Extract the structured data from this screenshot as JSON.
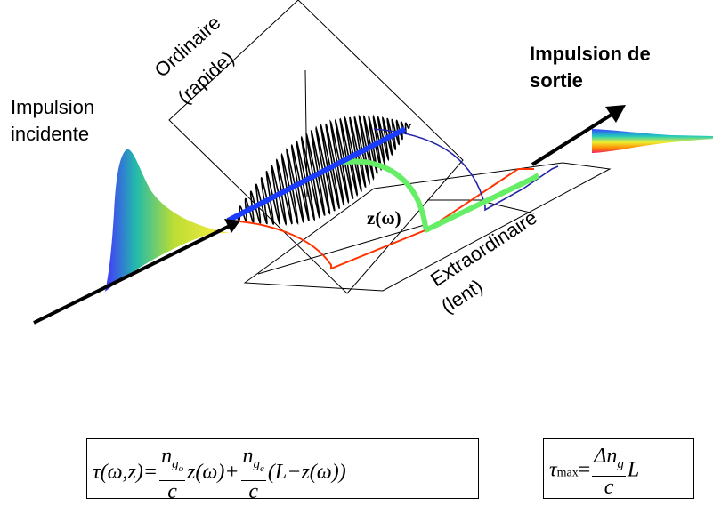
{
  "labels": {
    "impulsion_incidente": [
      "Impulsion",
      "incidente"
    ],
    "impulsion_sortie": [
      "Impulsion de",
      "sortie"
    ],
    "ordinaire": [
      "Ordinaire",
      "(rapide)"
    ],
    "extraordinaire": [
      "Extraordinaire",
      "(lent)"
    ],
    "z_omega": "z(ω)"
  },
  "equations": {
    "tau_omega_z": {
      "lhs": "τ(ω,z)=",
      "n_go": "n",
      "g": "g",
      "o": "o",
      "e": "e",
      "c": "c",
      "z_of_omega": "z(ω)+",
      "tail": "(L−z(ω))"
    },
    "tau_max": {
      "tau": "τ",
      "max": "max",
      "eq": "=",
      "delta_n": "Δn",
      "g": "g",
      "c": "c",
      "L": "L"
    }
  },
  "colors": {
    "blue_axis": "#1a3cff",
    "green_path": "#66ee66",
    "red_path": "#ff3300",
    "dark_blue_arc": "#2222aa"
  }
}
